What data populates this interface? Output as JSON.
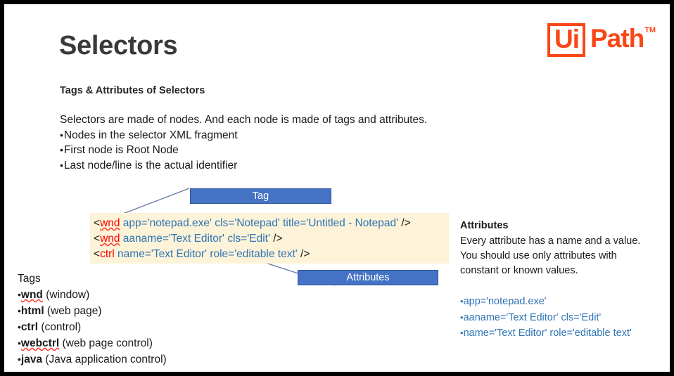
{
  "slide": {
    "title": "Selectors",
    "subtitle": "Tags & Attributes of Selectors",
    "border_color": "#000000",
    "background": "#ffffff"
  },
  "logo": {
    "box_text": "Ui",
    "word": "Path",
    "trademark": "TM",
    "color": "#fa4616"
  },
  "intro": {
    "lead": "Selectors are made of nodes. And each node is made of tags and attributes.",
    "bullets": [
      "Nodes in the selector XML fragment",
      "First node is Root Node",
      "Last node/line is the actual identifier"
    ]
  },
  "callouts": {
    "tag_label": "Tag",
    "attributes_label": "Attributes",
    "fill": "#4472c4",
    "text_color": "#ffffff"
  },
  "code_block": {
    "background": "#fdf3d8",
    "tag_color": "#ff0000",
    "attr_color": "#2e74b5",
    "lines": [
      {
        "open": "<",
        "tag": "wnd",
        "attrs": " app='notepad.exe' cls='Notepad' title='Untitled - Notepad' ",
        "close": "/>"
      },
      {
        "open": "<",
        "tag": "wnd",
        "attrs": " aaname='Text Editor' cls='Edit' ",
        "close": "/>"
      },
      {
        "open": "<",
        "tag": "ctrl",
        "attrs": " name='Text Editor' role='editable text' ",
        "close": "/>"
      }
    ]
  },
  "tags_list": {
    "header": "Tags",
    "items": [
      {
        "name": "wnd",
        "desc": " (window)"
      },
      {
        "name": "html",
        "desc": " (web page)"
      },
      {
        "name": "ctrl",
        "desc": " (control)"
      },
      {
        "name": "webctrl",
        "desc": " (web page control)"
      },
      {
        "name": "java",
        "desc": " (Java application control)"
      }
    ]
  },
  "attributes_panel": {
    "header": "Attributes",
    "paragraph_lines": [
      "Every attribute has a name and a value.",
      "You should use only attributes with",
      "constant or known values."
    ],
    "examples": [
      "app='notepad.exe'",
      "aaname='Text Editor' cls='Edit'",
      "name='Text Editor' role='editable text'"
    ],
    "example_color": "#2e74b5"
  }
}
